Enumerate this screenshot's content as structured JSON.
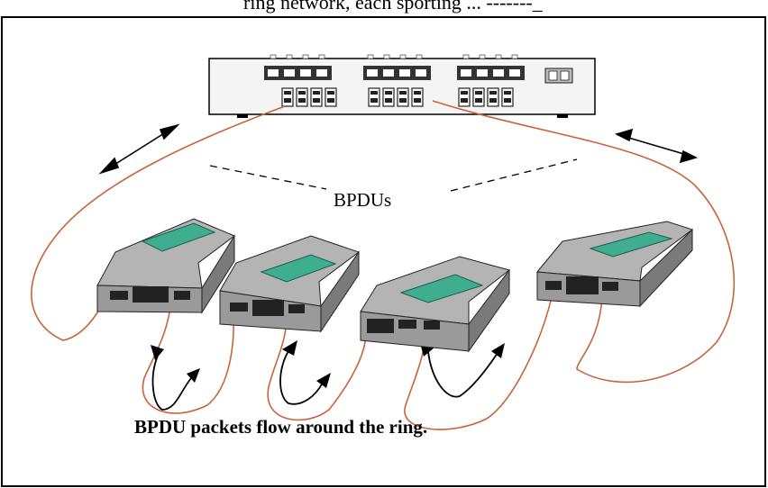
{
  "header_text": "ring network, each sporting ...  -------_",
  "bpdu_label": "BPDUs",
  "caption": "BPDU packets flow around the ring.",
  "colors": {
    "cable": "#c8643c",
    "switch_body": "#9a9a9a",
    "switch_top": "#b4b4b4",
    "switch_side": "#7a7a7a",
    "label_panel": "#3fae8f",
    "port": "#222222",
    "rack": "#f2f2f2"
  }
}
